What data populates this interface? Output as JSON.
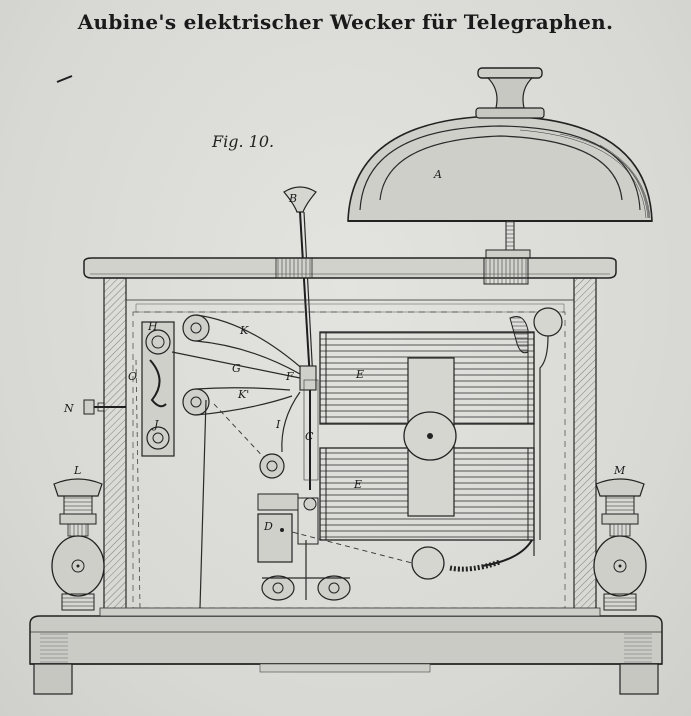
{
  "title": "Aubine's elektrischer Wecker für Telegraphen.",
  "figure_label": "Fig. 10.",
  "parts": {
    "A": "A",
    "B": "B",
    "C": "C",
    "D": "D",
    "E1": "E",
    "E2": "E",
    "F": "F",
    "G": "G",
    "H": "H",
    "I": "I",
    "J": "J",
    "K": "K",
    "K2": "K'",
    "L": "L",
    "M": "M",
    "N": "N",
    "O": "O"
  }
}
